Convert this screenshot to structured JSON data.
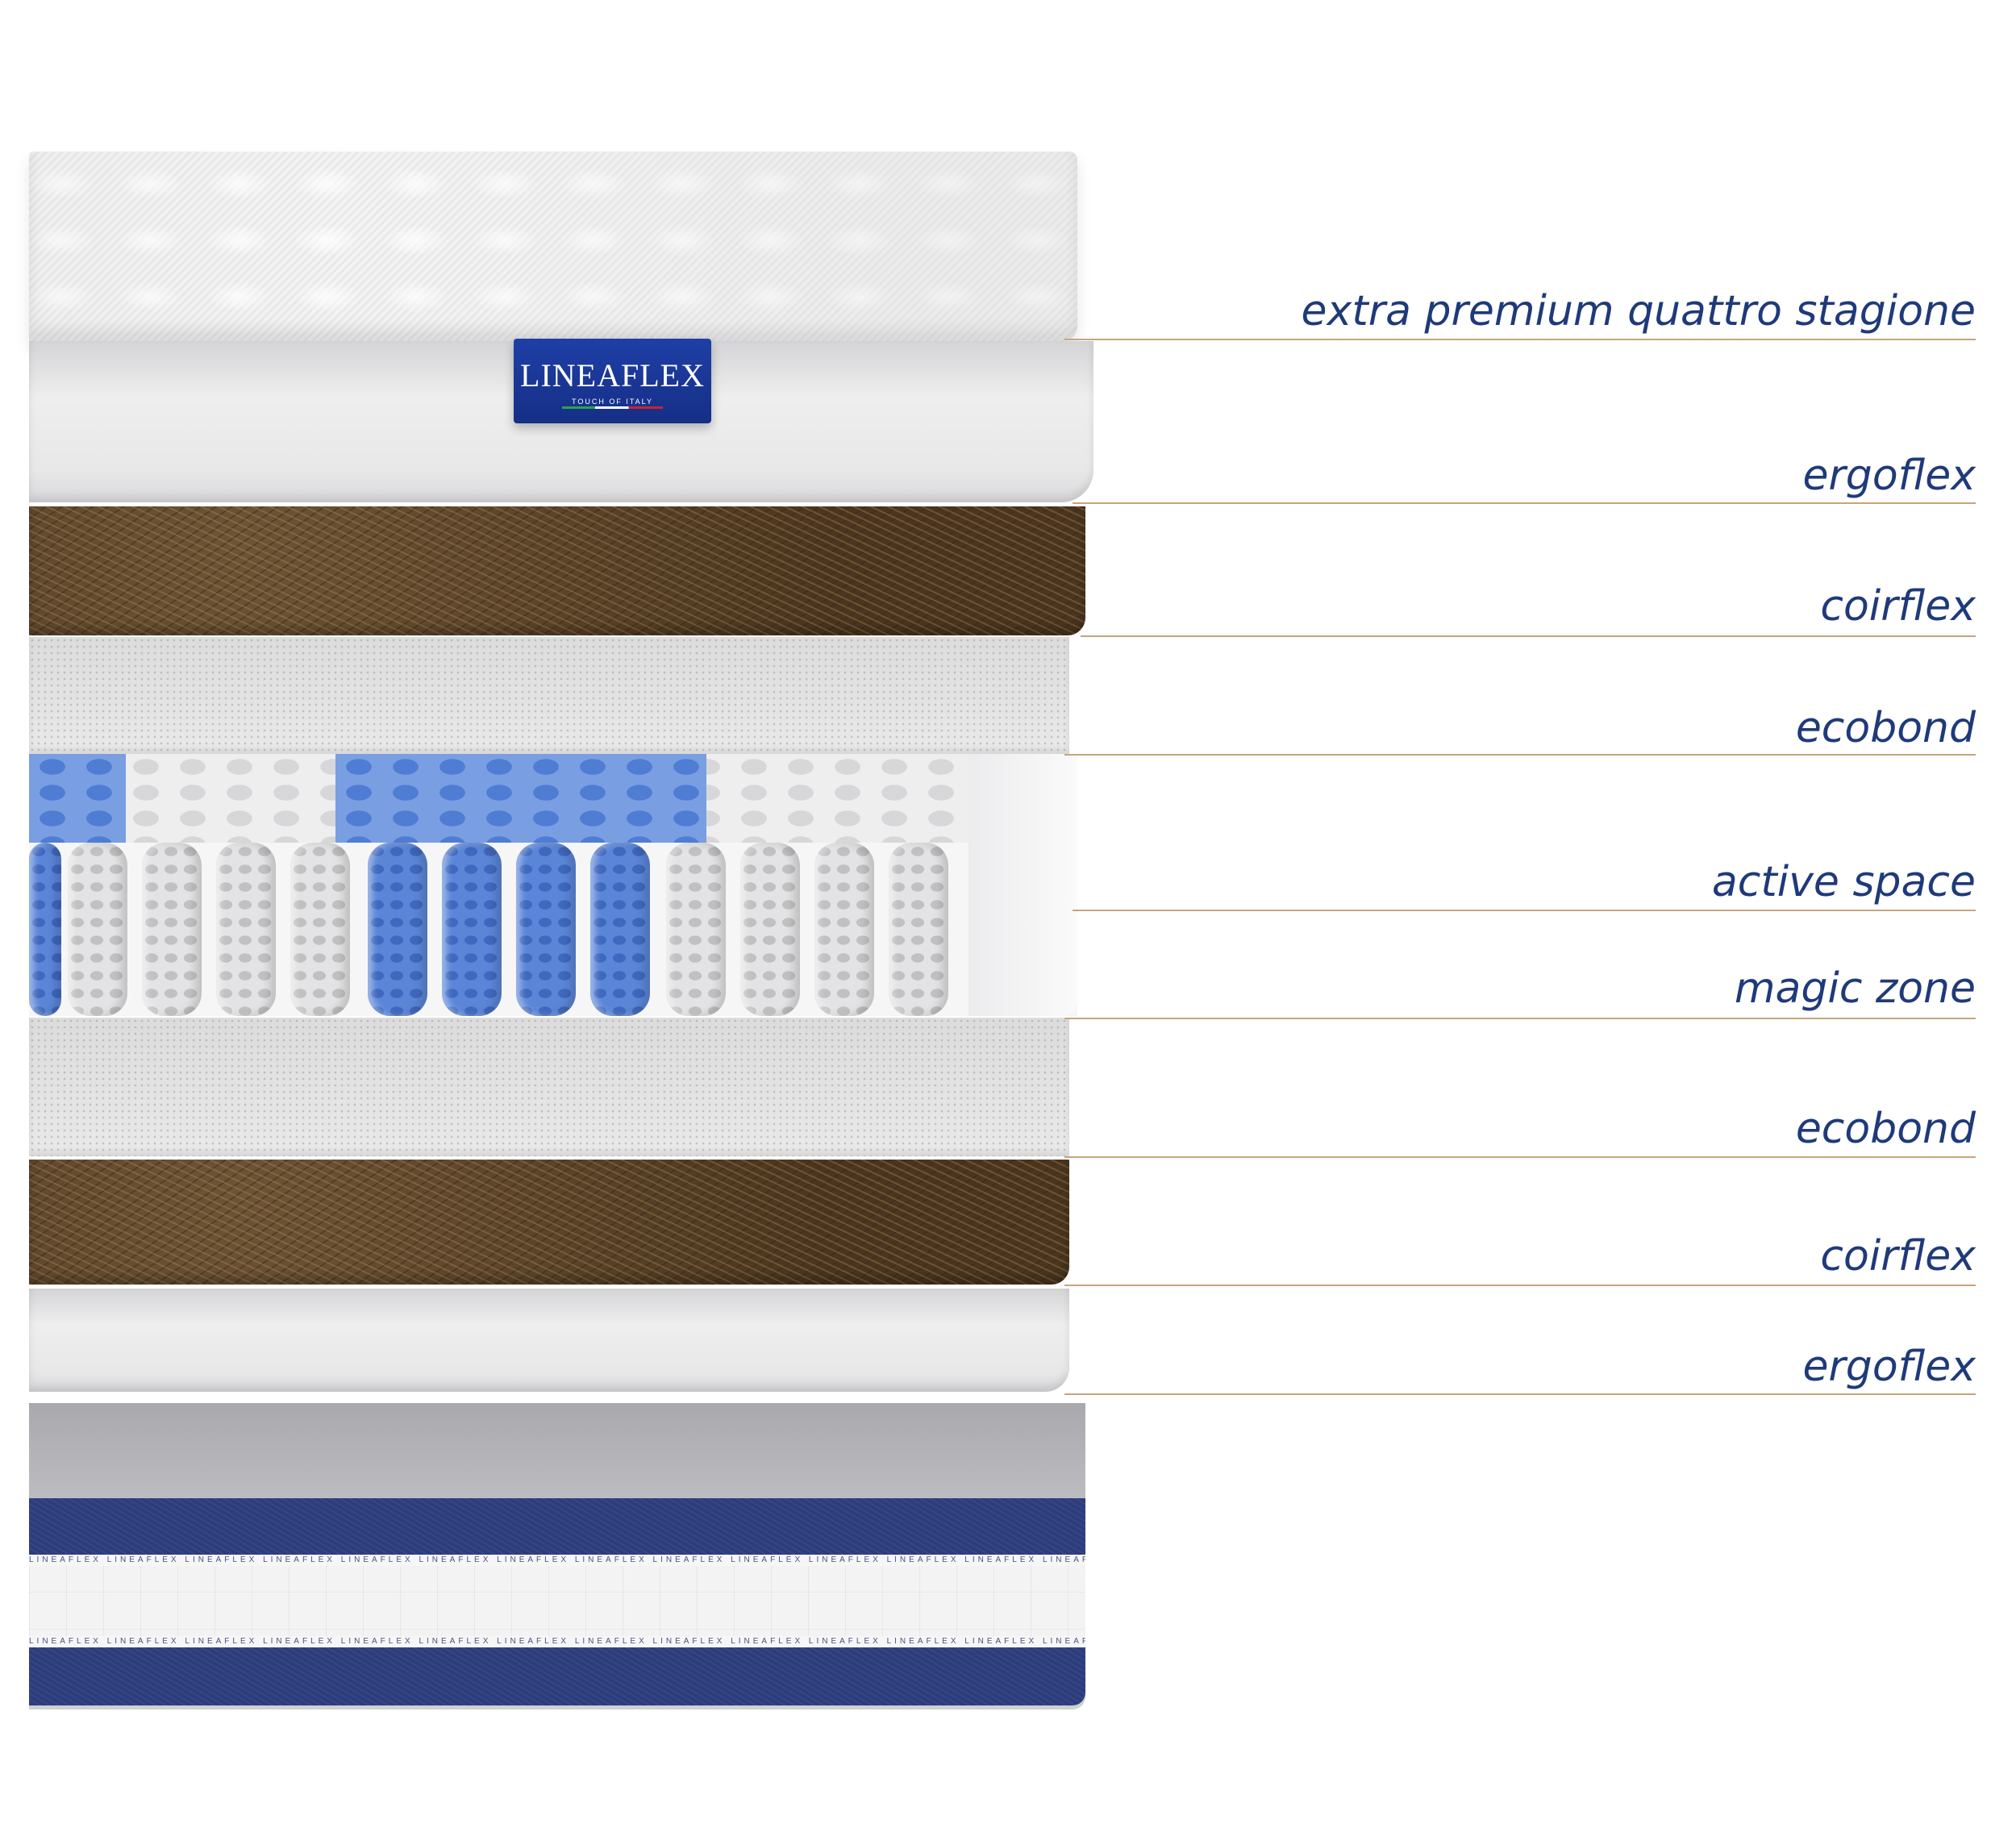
{
  "brand": {
    "name": "LINEAFLEX",
    "tagline": "TOUCH OF ITALY",
    "colors": {
      "tag": "#1f3fa6",
      "label_text": "#1f3a7a",
      "leader": "#c7a57a"
    }
  },
  "layers": [
    {
      "label": "extra premium quattro stagione"
    },
    {
      "label": "ergoflex"
    },
    {
      "label": "coirflex"
    },
    {
      "label": "ecobond"
    },
    {
      "label": "active space"
    },
    {
      "label": "magic zone"
    },
    {
      "label": "ecobond"
    },
    {
      "label": "coirflex"
    },
    {
      "label": "ergoflex"
    }
  ]
}
